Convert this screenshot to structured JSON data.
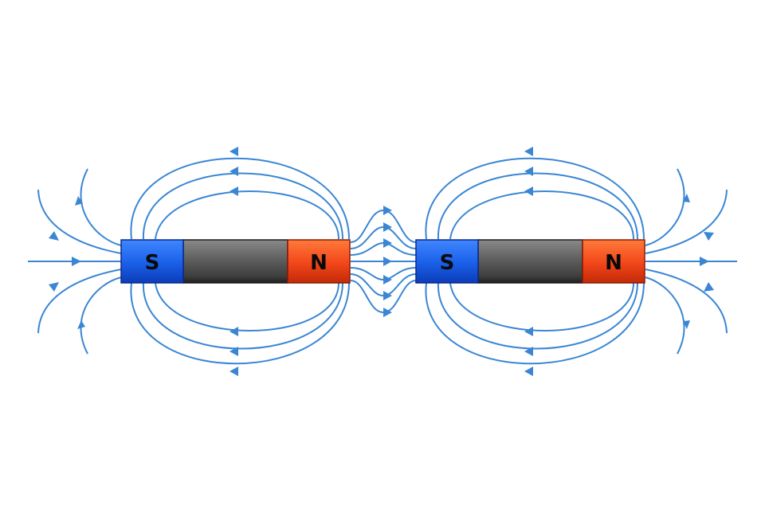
{
  "magnets": [
    {
      "south_label": "S",
      "north_label": "N"
    },
    {
      "south_label": "S",
      "north_label": "N"
    }
  ],
  "colors": {
    "field_line": "#3a86d4",
    "south_pole": "#1a5fe8",
    "north_pole": "#f2461a",
    "magnet_body": "#5b5b5b",
    "outline": "#1b1b1b"
  }
}
